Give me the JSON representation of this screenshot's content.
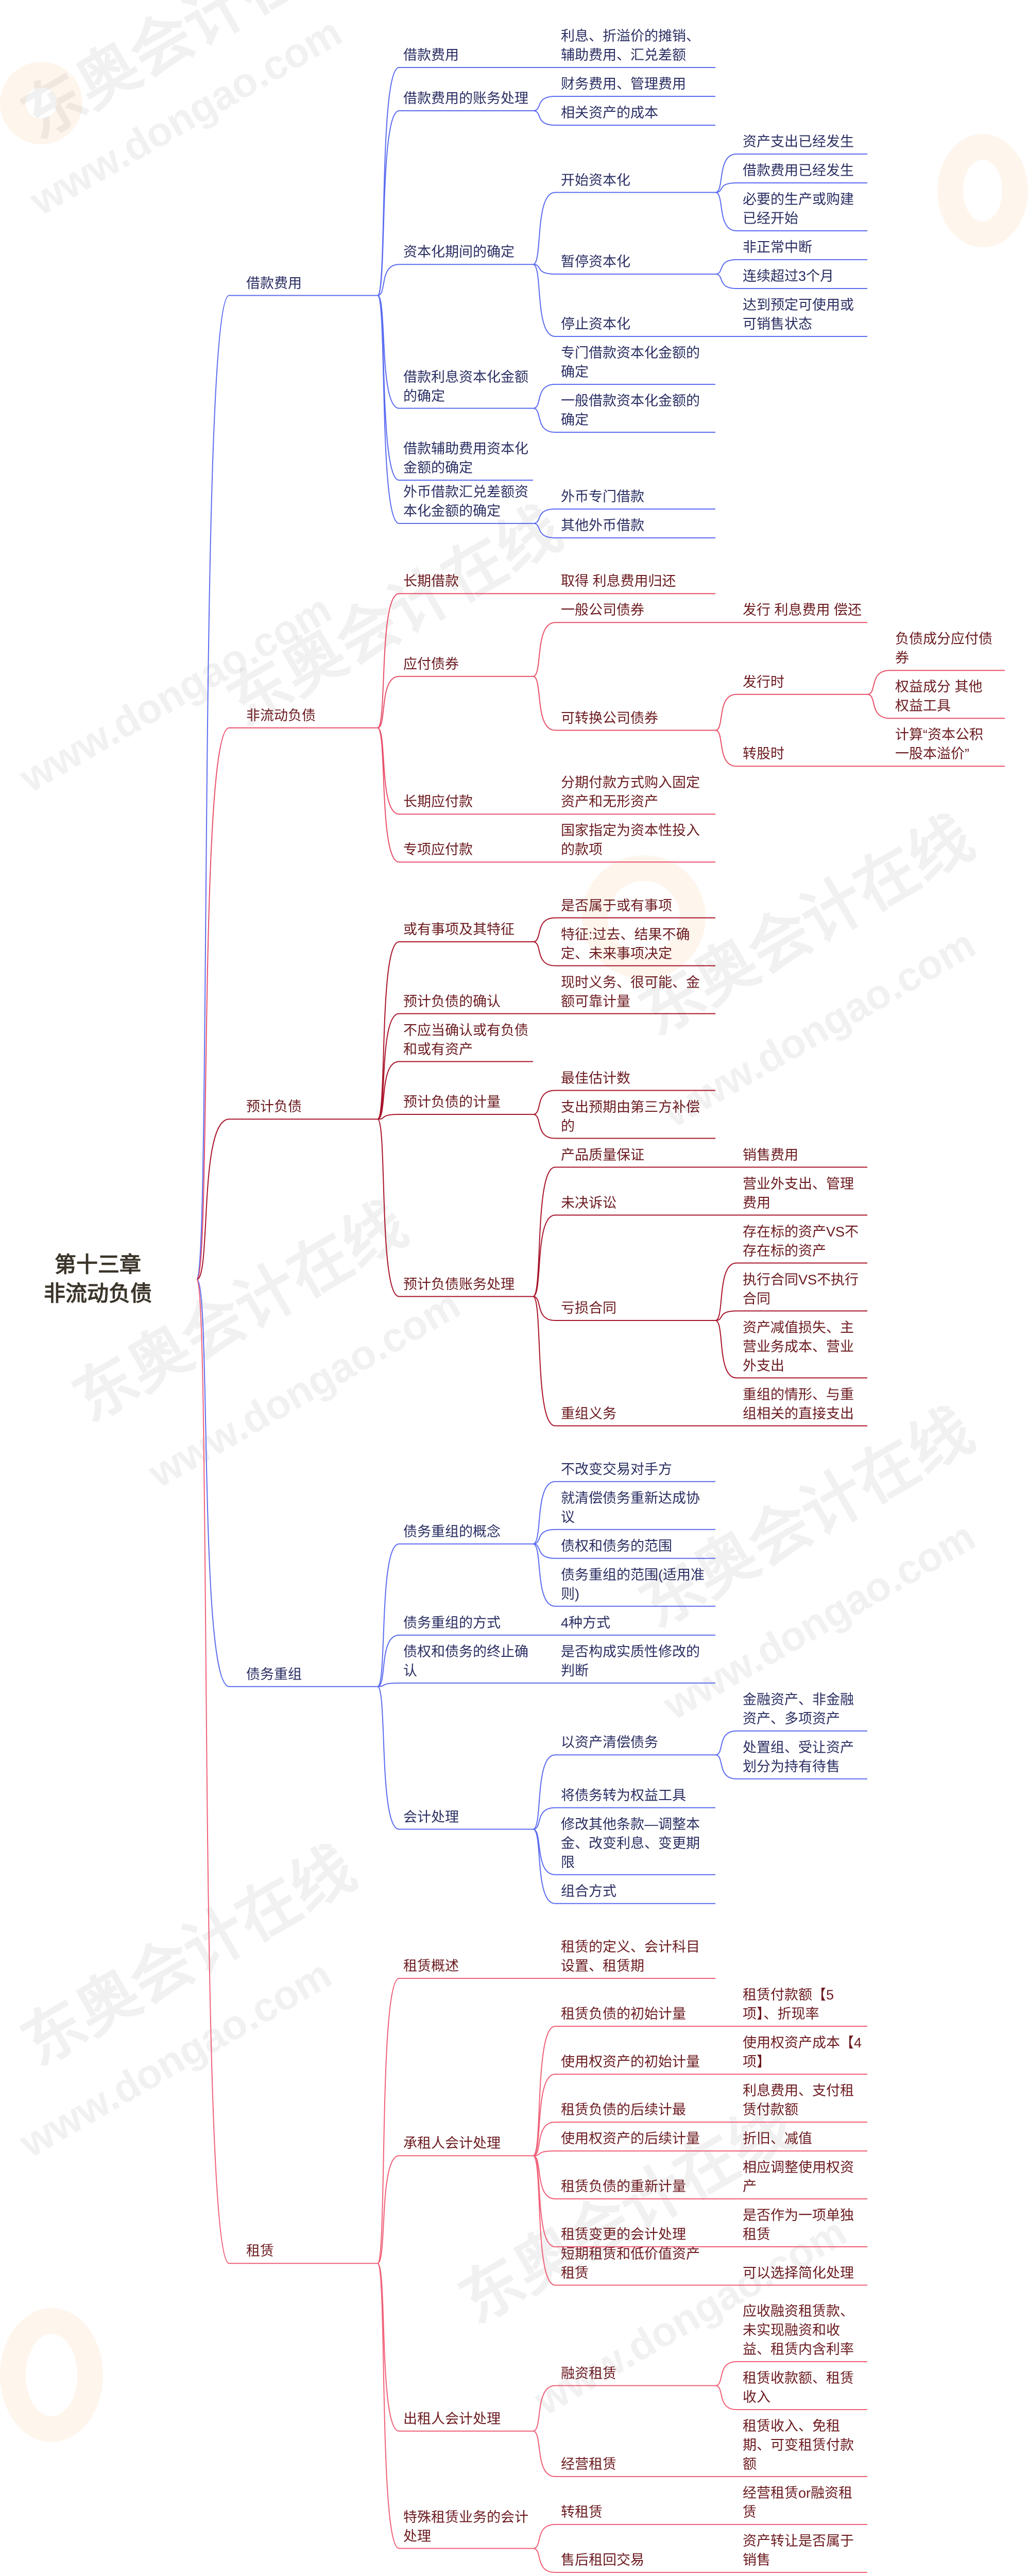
{
  "root": {
    "title_line1": "第十三章",
    "title_line2": "非流动负债"
  },
  "watermark": {
    "brand": "东奥会计在线",
    "url": "www.dongao.com"
  },
  "map": {
    "branches": [
      {
        "label": "借款费用",
        "line_color": "#5b6cf0",
        "text_color": "#2a2e62",
        "children": [
          {
            "label": "借款费用",
            "children": [
              {
                "label": "利息、折溢价的摊销、辅助费用、汇兑差额"
              }
            ]
          },
          {
            "label": "借款费用的账务处理",
            "children": [
              {
                "label": "财务费用、管理费用"
              },
              {
                "label": "相关资产的成本"
              }
            ]
          },
          {
            "label": "资本化期间的确定",
            "children": [
              {
                "label": "开始资本化",
                "children": [
                  {
                    "label": "资产支出已经发生"
                  },
                  {
                    "label": "借款费用已经发生"
                  },
                  {
                    "label": "必要的生产或购建已经开始"
                  }
                ]
              },
              {
                "label": "暂停资本化",
                "children": [
                  {
                    "label": "非正常中断"
                  },
                  {
                    "label": "连续超过3个月"
                  }
                ]
              },
              {
                "label": "停止资本化",
                "children": [
                  {
                    "label": "达到预定可使用或可销售状态"
                  }
                ]
              }
            ]
          },
          {
            "label": "借款利息资本化金额的确定",
            "children": [
              {
                "label": "专门借款资本化金额的确定"
              },
              {
                "label": "一般借款资本化金额的确定"
              }
            ]
          },
          {
            "label": "借款辅助费用资本化金额的确定"
          },
          {
            "label": "外币借款汇兑差额资本化金额的确定",
            "children": [
              {
                "label": "外币专门借款"
              },
              {
                "label": "其他外币借款"
              }
            ]
          }
        ]
      },
      {
        "label": "非流动负债",
        "line_color": "#e8506a",
        "text_color": "#6b1a1f",
        "children": [
          {
            "label": "长期借款",
            "children": [
              {
                "label": "取得 利息费用归还"
              }
            ]
          },
          {
            "label": "应付债券",
            "children": [
              {
                "label": "一般公司债券",
                "children": [
                  {
                    "label": "发行 利息费用 偿还"
                  }
                ]
              },
              {
                "label": "可转换公司债券",
                "children": [
                  {
                    "label": "发行时",
                    "children": [
                      {
                        "label": "负债成分应付债券"
                      },
                      {
                        "label": "权益成分 其他权益工具"
                      }
                    ]
                  },
                  {
                    "label": "转股时",
                    "children": [
                      {
                        "label": "计算“资本公积一股本溢价”"
                      }
                    ]
                  }
                ]
              }
            ]
          },
          {
            "label": "长期应付款",
            "children": [
              {
                "label": "分期付款方式购入固定资产和无形资产"
              }
            ]
          },
          {
            "label": "专项应付款",
            "children": [
              {
                "label": "国家指定为资本性投入的款项"
              }
            ]
          }
        ]
      },
      {
        "label": "预计负债",
        "line_color": "#a8142a",
        "text_color": "#6b1a1f",
        "children": [
          {
            "label": "或有事项及其特征",
            "children": [
              {
                "label": "是否属于或有事项"
              },
              {
                "label": "特征:过去、结果不确定、未来事项决定"
              }
            ]
          },
          {
            "label": "预计负债的确认",
            "children": [
              {
                "label": "现时义务、很可能、金额可靠计量"
              }
            ]
          },
          {
            "label": "不应当确认或有负债和或有资产"
          },
          {
            "label": "预计负债的计量",
            "children": [
              {
                "label": "最佳估计数"
              },
              {
                "label": "支出预期由第三方补偿的"
              }
            ]
          },
          {
            "label": "预计负债账务处理",
            "children": [
              {
                "label": "产品质量保证",
                "children": [
                  {
                    "label": "销售费用"
                  }
                ]
              },
              {
                "label": "未决诉讼",
                "children": [
                  {
                    "label": "营业外支出、管理费用"
                  }
                ]
              },
              {
                "label": "亏损合同",
                "children": [
                  {
                    "label": "存在标的资产VS不存在标的资产"
                  },
                  {
                    "label": "执行合同VS不执行合同"
                  },
                  {
                    "label": "资产减值损失、主营业务成本、营业外支出"
                  }
                ]
              },
              {
                "label": "重组义务",
                "children": [
                  {
                    "label": "重组的情形、与重组相关的直接支出"
                  }
                ]
              }
            ]
          }
        ]
      },
      {
        "label": "债务重组",
        "line_color": "#5b6cf0",
        "text_color": "#2a2e62",
        "children": [
          {
            "label": "债务重组的概念",
            "children": [
              {
                "label": "不改变交易对手方"
              },
              {
                "label": "就清偿债务重新达成协议"
              },
              {
                "label": "债权和债务的范围"
              },
              {
                "label": "债务重组的范围(适用准则)"
              }
            ]
          },
          {
            "label": "债务重组的方式",
            "children": [
              {
                "label": "4种方式"
              }
            ]
          },
          {
            "label": "债权和债务的终止确认",
            "children": [
              {
                "label": "是否构成实质性修改的判断"
              }
            ]
          },
          {
            "label": "会计处理",
            "children": [
              {
                "label": "以资产清偿债务",
                "children": [
                  {
                    "label": "金融资产、非金融资产、多项资产"
                  },
                  {
                    "label": "处置组、受让资产划分为持有待售"
                  }
                ]
              },
              {
                "label": "将债务转为权益工具"
              },
              {
                "label": "修改其他条款—调整本金、改变利息、变更期限"
              },
              {
                "label": "组合方式"
              }
            ]
          }
        ]
      },
      {
        "label": "租赁",
        "line_color": "#f06078",
        "text_color": "#6b1a1f",
        "children": [
          {
            "label": "租赁概述",
            "children": [
              {
                "label": "租赁的定义、会计科目设置、租赁期"
              }
            ]
          },
          {
            "label": "承租人会计处理",
            "children": [
              {
                "label": "租赁负债的初始计量",
                "children": [
                  {
                    "label": "租赁付款额【5项】、折现率"
                  }
                ]
              },
              {
                "label": "使用权资产的初始计量",
                "children": [
                  {
                    "label": "使用权资产成本【4项】"
                  }
                ]
              },
              {
                "label": "租赁负债的后续计最",
                "children": [
                  {
                    "label": "利息费用、支付租赁付款额"
                  }
                ]
              },
              {
                "label": "使用权资产的后续计量",
                "children": [
                  {
                    "label": "折旧、减值"
                  }
                ]
              },
              {
                "label": "租赁负债的重新计量",
                "children": [
                  {
                    "label": "相应调整使用权资产"
                  }
                ]
              },
              {
                "label": "租赁变更的会计处理",
                "children": [
                  {
                    "label": "是否作为一项单独租赁"
                  }
                ]
              },
              {
                "label": "短期租赁和低价值资产租赁",
                "children": [
                  {
                    "label": "可以选择简化处理"
                  }
                ]
              }
            ]
          },
          {
            "label": "出租人会计处理",
            "children": [
              {
                "label": "融资租赁",
                "children": [
                  {
                    "label": "应收融资租赁款、未实现融资和收益、租赁内含利率"
                  },
                  {
                    "label": "租赁收款额、租赁收入"
                  }
                ]
              },
              {
                "label": "经营租赁",
                "children": [
                  {
                    "label": "租赁收入、免租期、可变租赁付款额"
                  }
                ]
              }
            ]
          },
          {
            "label": "特殊租赁业务的会计处理",
            "children": [
              {
                "label": "转租赁",
                "children": [
                  {
                    "label": "经营租赁or融资租赁"
                  }
                ]
              },
              {
                "label": "售后租回交易",
                "children": [
                  {
                    "label": "资产转让是否属于销售"
                  }
                ]
              }
            ]
          }
        ]
      }
    ]
  }
}
